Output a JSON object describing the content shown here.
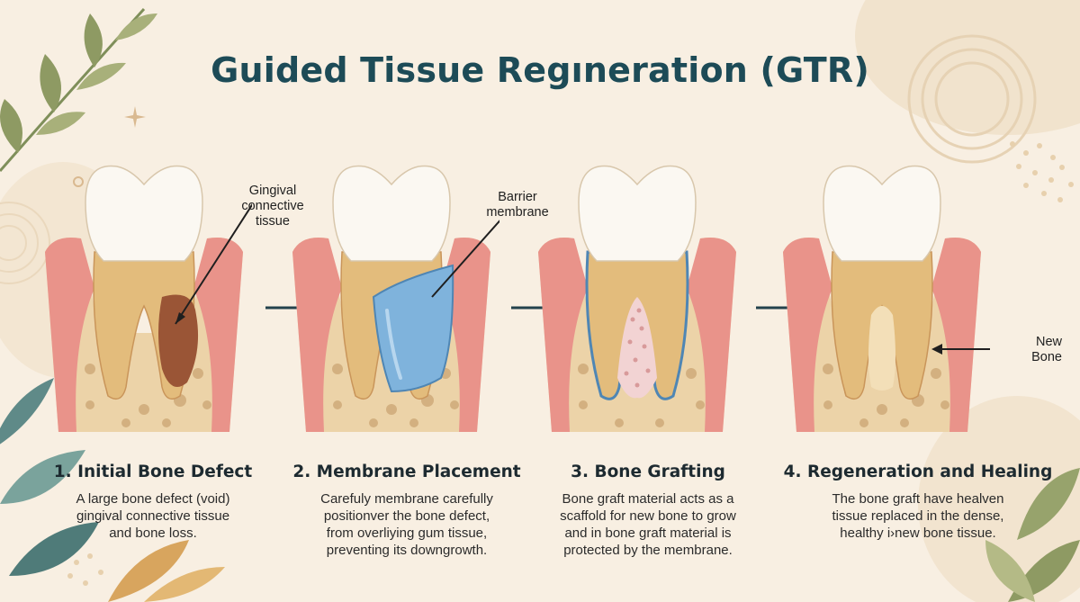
{
  "title": "Guided Tissue Regıneration (GTR)",
  "callouts": {
    "gingival": "Gingival\nconnective\ntissue",
    "barrier": "Barrier\nmembrane",
    "new_bone": "New\nBone"
  },
  "steps": [
    {
      "title": "1. Initial Bone Defect",
      "description": "A large bone defect (void)\ngingival connective tissue\nand bone loss."
    },
    {
      "title": "2. Membrane Placement",
      "description": "Carefuly membrane carefully\npositionver the bone defect,\nfrom overliying gum tissue,\npreventing its downgrowth."
    },
    {
      "title": "3. Bone Grafting",
      "description": "Bone graft material acts as a\nscaffold for new bone to grow\nand in bone graft material is\nprotected by the membrane."
    },
    {
      "title": "4. Regeneration and Healing",
      "description": "The bone graft have healven\ntissue replaced in the dense,\nhealthy i›new bone tissue."
    }
  ],
  "colors": {
    "title": "#1d4b57",
    "gum": "#e9938a",
    "bone": "#ecd3a8",
    "tooth_enamel": "#fbf8f2",
    "root": "#e3bc7c",
    "defect": "#9a5536",
    "membrane": "#7fb3dc",
    "graft": "#f2d3d3",
    "arrow": "#23424c"
  }
}
